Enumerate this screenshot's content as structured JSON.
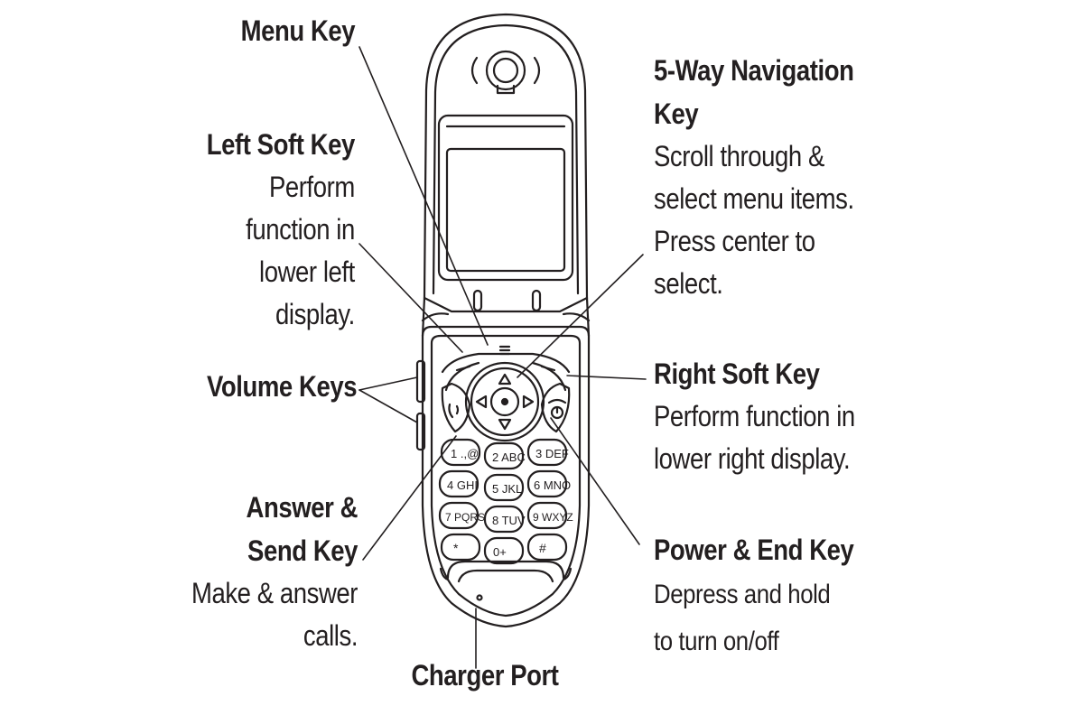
{
  "labels": {
    "menu_key": {
      "title": "Menu Key"
    },
    "left_soft_key": {
      "title": "Left Soft Key",
      "desc": [
        "Perform",
        "function in",
        "lower left",
        "display."
      ]
    },
    "volume_keys": {
      "title": "Volume Keys"
    },
    "answer_send_key": {
      "title": [
        "Answer &",
        "Send Key"
      ],
      "desc": [
        "Make & answer",
        "calls."
      ]
    },
    "charger_port": {
      "title": "Charger Port"
    },
    "nav_key": {
      "title": [
        "5-Way Navigation",
        "Key"
      ],
      "desc": [
        "Scroll through &",
        "select menu items.",
        "Press center to",
        "select."
      ]
    },
    "right_soft_key": {
      "title": "Right Soft Key",
      "desc": [
        "Perform function in",
        "lower right display."
      ]
    },
    "power_end_key": {
      "title": "Power & End Key",
      "desc": [
        "Depress and hold",
        "to turn on/off"
      ]
    }
  },
  "keypad": [
    [
      "1 .,@",
      "2 ABC",
      "3 DEF"
    ],
    [
      "4 GHI",
      "5 JKL",
      "6 MNO"
    ],
    [
      "7 PQRS",
      "8 TUV",
      "9 WXYZ"
    ],
    [
      "* ",
      "0+",
      "# "
    ]
  ],
  "colors": {
    "ink": "#231f20",
    "background": "#ffffff"
  }
}
